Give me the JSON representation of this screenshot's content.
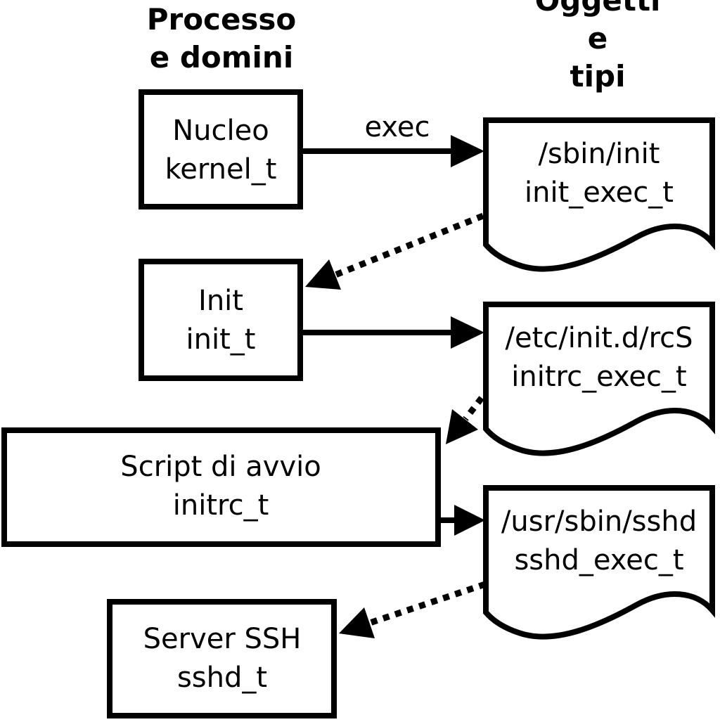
{
  "diagram": {
    "background_color": "#ffffff",
    "stroke_color": "#000000",
    "headers": {
      "left": "Processo\ne domini",
      "right": "Oggetti e\ntipi"
    },
    "arrow_label": "exec",
    "processes": [
      {
        "name": "Nucleo",
        "type": "kernel_t"
      },
      {
        "name": "Init",
        "type": "init_t"
      },
      {
        "name": "Script di avvio",
        "type": "initrc_t"
      },
      {
        "name": "Server SSH",
        "type": "sshd_t"
      }
    ],
    "objects": [
      {
        "path": "/sbin/init",
        "type": "init_exec_t"
      },
      {
        "path": "/etc/init.d/rcS",
        "type": "initrc_exec_t"
      },
      {
        "path": "/usr/sbin/sshd",
        "type": "sshd_exec_t"
      }
    ]
  }
}
